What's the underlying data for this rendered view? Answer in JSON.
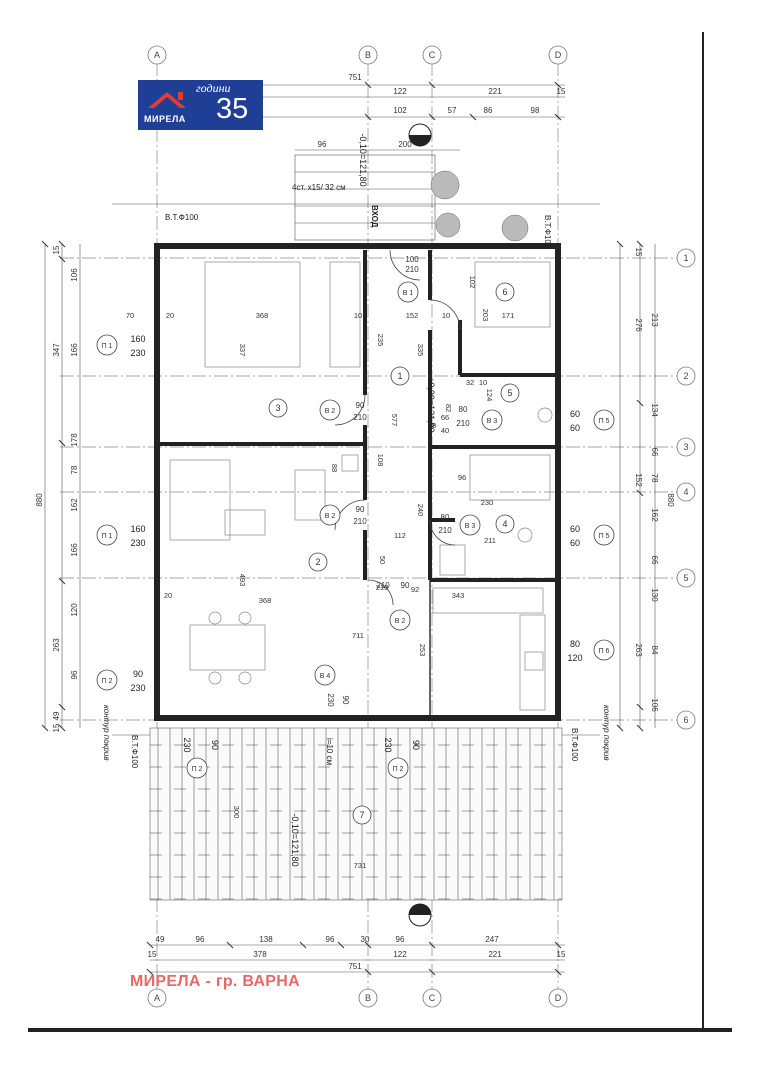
{
  "logo": {
    "brand": "МИРЕЛА",
    "years_word": "години",
    "years": "35"
  },
  "footer": "МИРЕЛА - гр. ВАРНА",
  "axes": {
    "columns": [
      "A",
      "B",
      "C",
      "D"
    ],
    "rows": [
      "1",
      "2",
      "3",
      "4",
      "5",
      "6"
    ]
  },
  "dims": {
    "top_total": "751",
    "top_row1": [
      "122",
      "221",
      "15"
    ],
    "top_row2": [
      "102",
      "57",
      "86",
      "98"
    ],
    "stair": [
      "96",
      "200"
    ],
    "bottom_row1": [
      "49",
      "96",
      "138",
      "96",
      "30",
      "96",
      "247"
    ],
    "bottom_row2": [
      "15",
      "378",
      "122",
      "221",
      "15"
    ],
    "bottom_total": "751",
    "left_total": "880",
    "left_parts": [
      "15",
      "347",
      "263",
      "49",
      "15"
    ],
    "left_detail": [
      "106",
      "166",
      "178",
      "78",
      "162",
      "166",
      "120",
      "96"
    ],
    "right_total": "880",
    "right_parts": [
      "276",
      "152",
      "263",
      "15"
    ],
    "right_detail": [
      "213",
      "134",
      "66",
      "78",
      "162",
      "66",
      "130",
      "84",
      "106"
    ]
  },
  "rooms": [
    "1",
    "2",
    "3",
    "4",
    "5",
    "6",
    "7"
  ],
  "doors": [
    {
      "tag": "В 1",
      "w": "100",
      "h": "210"
    },
    {
      "tag": "В 2",
      "w": "90",
      "h": "210"
    },
    {
      "tag": "В 2",
      "w": "90",
      "h": "210"
    },
    {
      "tag": "В 2",
      "w": "90",
      "h": "210"
    },
    {
      "tag": "В 3",
      "w": "80",
      "h": "210"
    },
    {
      "tag": "В 3",
      "w": "80",
      "h": "210"
    },
    {
      "tag": "В 4",
      "w": "90",
      "h": "230"
    }
  ],
  "windows": [
    {
      "tag": "П 1",
      "w": "160",
      "h": "230"
    },
    {
      "tag": "П 1",
      "w": "160",
      "h": "230"
    },
    {
      "tag": "П 2",
      "w": "90",
      "h": "230"
    },
    {
      "tag": "П 5",
      "w": "60",
      "h": "60"
    },
    {
      "tag": "П 5",
      "w": "60",
      "h": "60"
    },
    {
      "tag": "П 6",
      "w": "80",
      "h": "120"
    },
    {
      "tag": "П 2",
      "w": "230",
      "h": "90"
    },
    {
      "tag": "П 2",
      "w": "230",
      "h": "90"
    }
  ],
  "inner_dims": [
    "368",
    "337",
    "10",
    "235",
    "152",
    "20",
    "70",
    "493",
    "368",
    "711",
    "577",
    "335",
    "253",
    "240",
    "112",
    "343",
    "210",
    "92",
    "50",
    "203",
    "171",
    "102",
    "10",
    "82",
    "124",
    "32",
    "40",
    "10",
    "66",
    "96",
    "230",
    "211",
    "88",
    "108",
    "20",
    "300",
    "731",
    "98"
  ],
  "levels": {
    "entrance": "-0,10=121,80",
    "floor": "±0,00=121,90",
    "terrace": "-0,10=121,80"
  },
  "notes": {
    "steps": "4ст. х15/ 32 см",
    "entrance_label": "ВХОД",
    "roof_contour": "контур покрив",
    "downpipe": "В.Т.Ф100",
    "slope": "i=10 см"
  }
}
